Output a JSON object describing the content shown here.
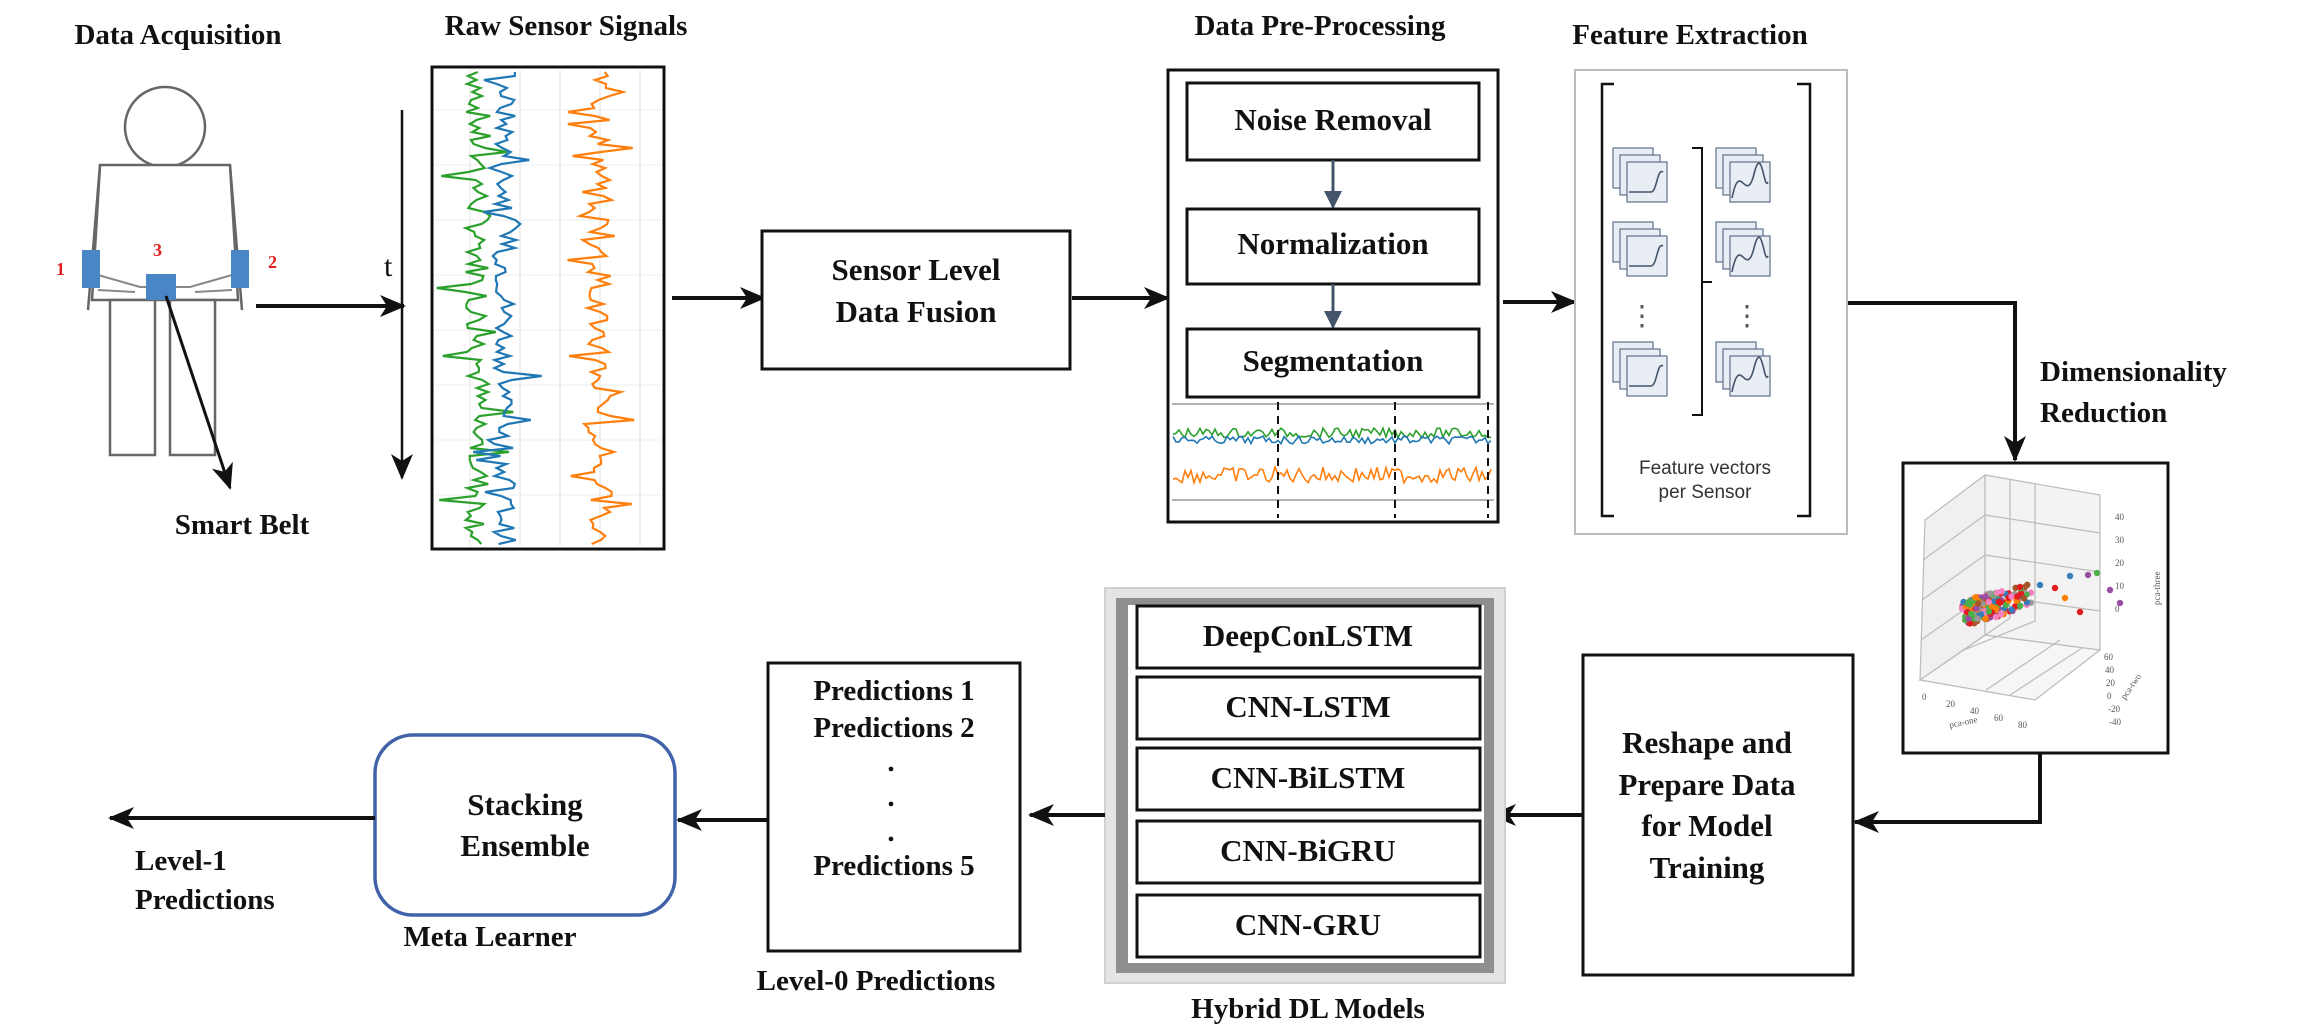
{
  "data_acquisition": {
    "title": "Data Acquisition",
    "sensor_labels": [
      "1",
      "2",
      "3"
    ],
    "smart_belt_label": "Smart Belt",
    "sensor_color": "#4a86c5",
    "sensor_number_color": "#e02020"
  },
  "raw_signals": {
    "title": "Raw Sensor Signals",
    "time_label": "t",
    "signal_colors": [
      "#2ca02c",
      "#1f77b4",
      "#ff7f0e"
    ]
  },
  "sensor_fusion": {
    "line1": "Sensor Level",
    "line2": "Data Fusion"
  },
  "preprocessing": {
    "title": "Data Pre-Processing",
    "steps": [
      "Noise Removal",
      "Normalization",
      "Segmentation"
    ]
  },
  "feature_extraction": {
    "title": "Feature Extraction",
    "caption_line1": "Feature vectors",
    "caption_line2": "per Sensor",
    "ellipsis": "⋮"
  },
  "dimensionality_reduction": {
    "line1": "Dimensionality",
    "line2": "Reduction",
    "axis_labels": [
      "pca-one",
      "pca-two",
      "pca-three"
    ],
    "z_ticks": [
      "40",
      "30",
      "20",
      "10",
      "0"
    ],
    "y_ticks": [
      "60",
      "40",
      "20",
      "0",
      "-20",
      "-40"
    ],
    "x_ticks": [
      "0",
      "20",
      "40",
      "60",
      "80"
    ]
  },
  "reshape": {
    "lines": [
      "Reshape and",
      "Prepare Data",
      "for Model",
      "Training"
    ]
  },
  "hybrid_models": {
    "title": "Hybrid DL Models",
    "models": [
      "DeepConLSTM",
      "CNN-LSTM",
      "CNN-BiLSTM",
      "CNN-BiGRU",
      "CNN-GRU"
    ]
  },
  "level0": {
    "title": "Level-0 Predictions",
    "items_top": [
      "Predictions 1",
      "Predictions 2"
    ],
    "dots": [
      ".",
      ".",
      "."
    ],
    "items_bottom": [
      "Predictions 5"
    ]
  },
  "stacking": {
    "line1": "Stacking",
    "line2": "Ensemble",
    "caption": "Meta Learner",
    "border_color": "#3f62a8"
  },
  "output": {
    "line1": "Level-1",
    "line2": "Predictions"
  }
}
